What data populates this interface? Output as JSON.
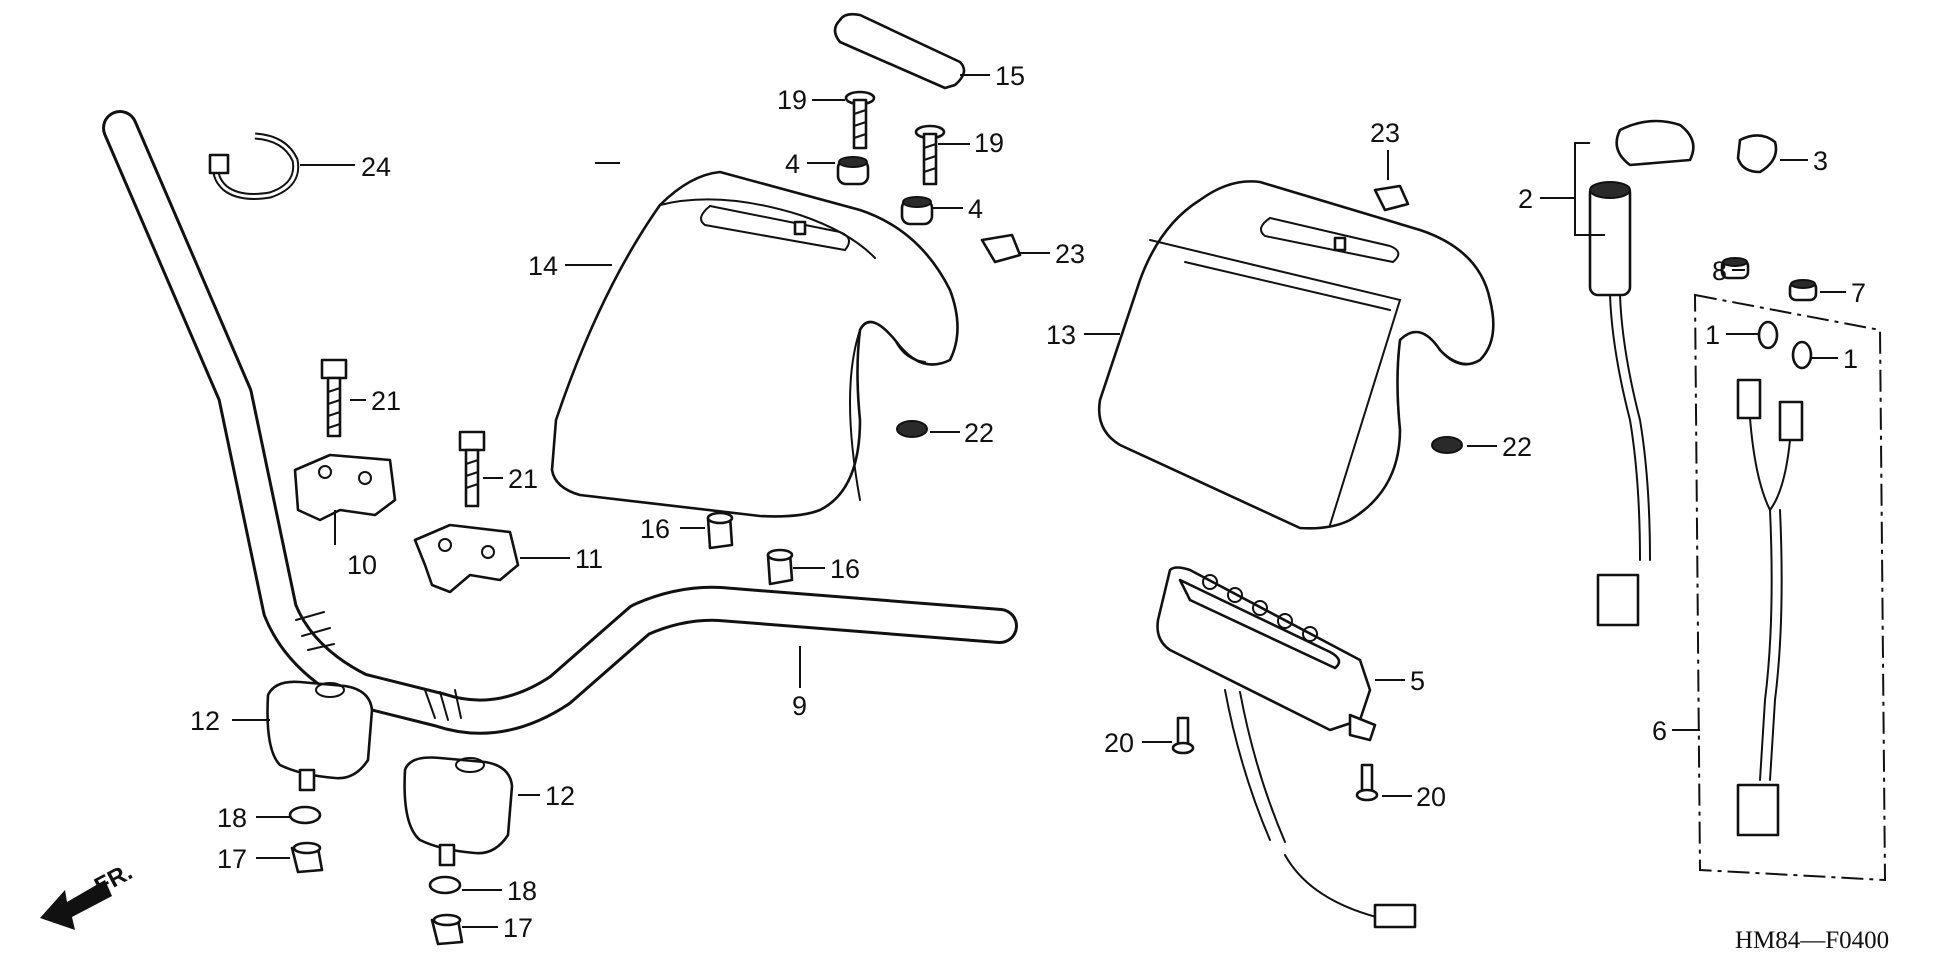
{
  "callouts": {
    "c1a": "1",
    "c1b": "1",
    "c2": "2",
    "c3": "3",
    "c4a": "4",
    "c4b": "4",
    "c5": "5",
    "c6": "6",
    "c7": "7",
    "c8": "8",
    "c9": "9",
    "c10": "10",
    "c11": "11",
    "c12a": "12",
    "c12b": "12",
    "c13": "13",
    "c14": "14",
    "c15": "15",
    "c16a": "16",
    "c16b": "16",
    "c17a": "17",
    "c17b": "17",
    "c18a": "18",
    "c18b": "18",
    "c19a": "19",
    "c19b": "19",
    "c20a": "20",
    "c20b": "20",
    "c21a": "21",
    "c21b": "21",
    "c22a": "22",
    "c22b": "22",
    "c23a": "23",
    "c23b": "23",
    "c24": "24"
  },
  "direction_label": "FR.",
  "diagram_code": "HM84—F0400"
}
